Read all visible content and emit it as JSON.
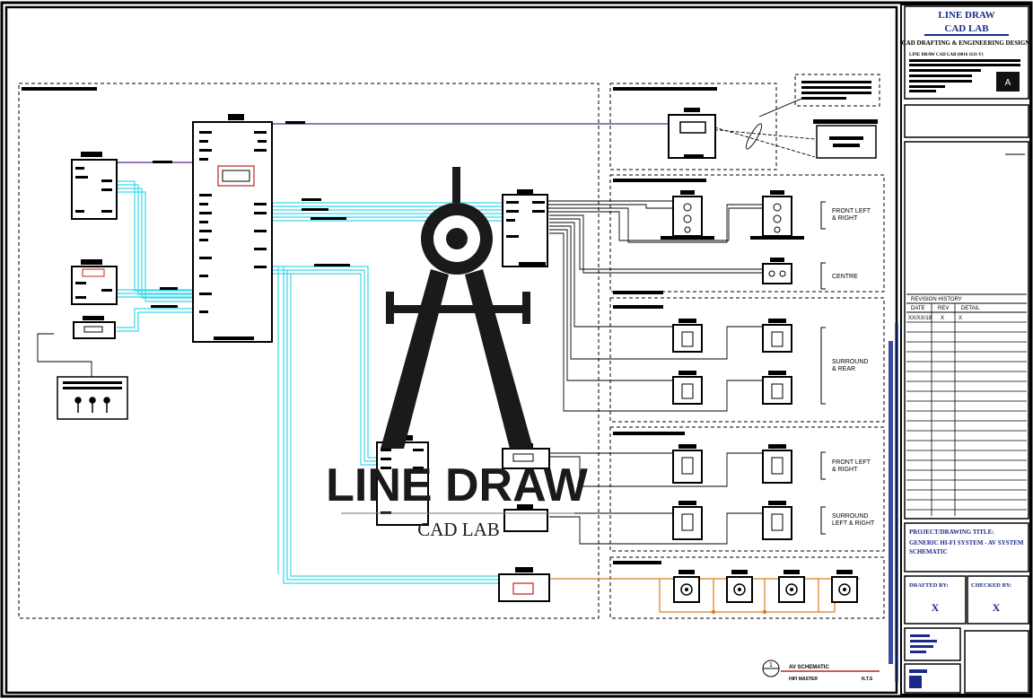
{
  "logo": {
    "line1": "LINE DRAW",
    "line2": "CAD LAB"
  },
  "company": {
    "tagline": "CAD DRAFTING & ENGINEERING DESIGN",
    "subline": "LINE DRAW CAD LAB (0016 1111-V)",
    "mark": "A"
  },
  "revision": {
    "title": "REVISION HISTORY",
    "headers": [
      "DATE",
      "REV",
      "DETAIL"
    ],
    "rows": [
      [
        "XX/XX/19",
        "X",
        "X"
      ]
    ]
  },
  "project": {
    "label": "PROJECT/DRAWING TITLE:",
    "line1": "GENERIC HI-FI SYSTEM - AV SYSTEM",
    "line2": "SCHEMATIC"
  },
  "drafted": {
    "label": "DRAFTED BY:",
    "value": "X"
  },
  "checked": {
    "label": "CHECKED BY:",
    "value": "X"
  },
  "zones": {
    "front_lr": [
      "FRONT LEFT",
      "& RIGHT"
    ],
    "centre": "CENTRE",
    "surround_rear": [
      "SURROUND",
      "& REAR"
    ],
    "front_lr2": [
      "FRONT LEFT",
      "& RIGHT"
    ],
    "surround_lr": [
      "SURROUND",
      "LEFT & RIGHT"
    ]
  },
  "callout": {
    "number": "1",
    "title": "AV SCHEMATIC",
    "sub": "HIFI MASTER",
    "scale": "N.T.S"
  },
  "watermark": {
    "title": "LINE DRAW",
    "sub": "CAD LAB"
  },
  "colors": {
    "cyan": "#3ad8e8",
    "purple": "#5a2a8a",
    "orange": "#e07a1e",
    "ink": "#000000"
  }
}
